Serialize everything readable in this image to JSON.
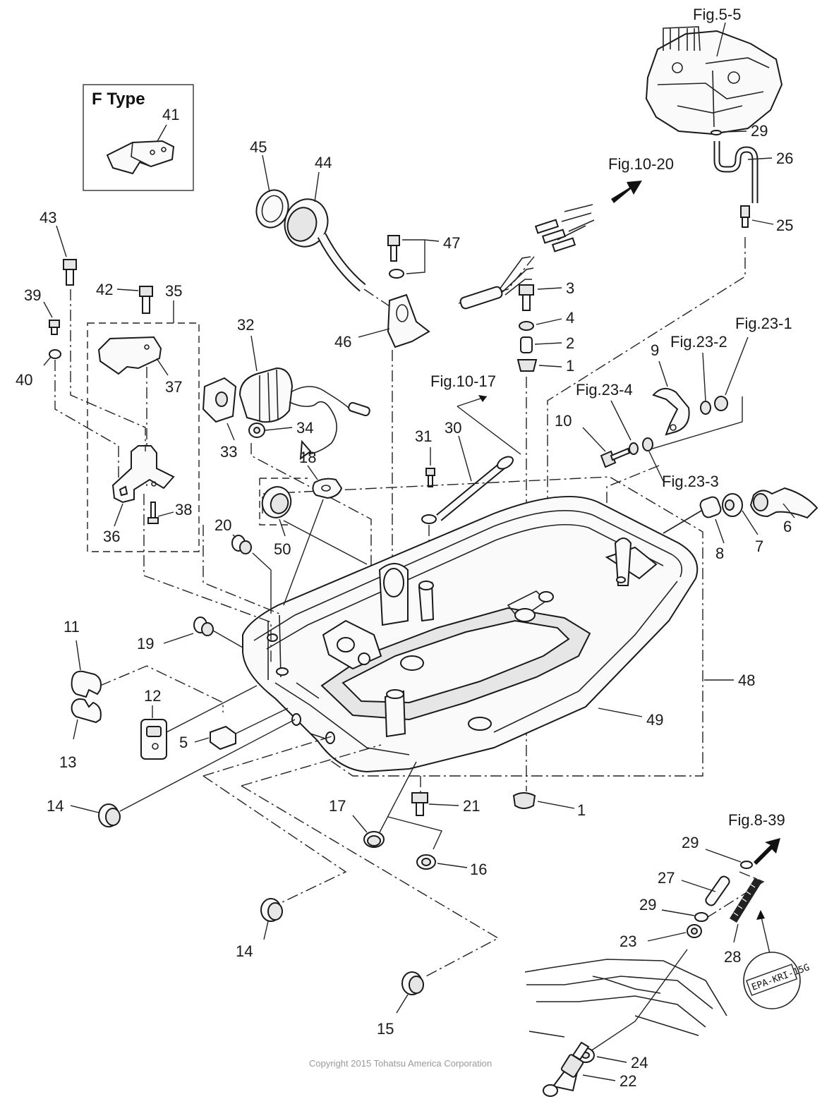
{
  "title": "",
  "copyright": "Copyright 2015 Tohatsu America Corporation",
  "inset": {
    "title": "F Type",
    "part": "41"
  },
  "stamp_text": "EPA-KRI-15G",
  "references": {
    "fig_5_5": "Fig.5-5",
    "fig_10_20": "Fig.10-20",
    "fig_10_17": "Fig.10-17",
    "fig_23_1": "Fig.23-1",
    "fig_23_2": "Fig.23-2",
    "fig_23_3": "Fig.23-3",
    "fig_23_4": "Fig.23-4",
    "fig_8_39": "Fig.8-39"
  },
  "callouts": {
    "c1a": "1",
    "c1b": "1",
    "c2": "2",
    "c3": "3",
    "c4": "4",
    "c5": "5",
    "c6": "6",
    "c7": "7",
    "c8": "8",
    "c9": "9",
    "c10": "10",
    "c11": "11",
    "c12": "12",
    "c13": "13",
    "c14a": "14",
    "c14b": "14",
    "c15": "15",
    "c16": "16",
    "c17": "17",
    "c18": "18",
    "c19": "19",
    "c20": "20",
    "c21": "21",
    "c22": "22",
    "c23": "23",
    "c24": "24",
    "c25": "25",
    "c26": "26",
    "c27": "27",
    "c28": "28",
    "c29a": "29",
    "c29b": "29",
    "c29c": "29",
    "c30": "30",
    "c31": "31",
    "c32": "32",
    "c33": "33",
    "c34": "34",
    "c35": "35",
    "c36": "36",
    "c37": "37",
    "c38": "38",
    "c39": "39",
    "c40": "40",
    "c42": "42",
    "c43": "43",
    "c44": "44",
    "c45": "45",
    "c46": "46",
    "c47": "47",
    "c48": "48",
    "c49": "49",
    "c50": "50"
  }
}
